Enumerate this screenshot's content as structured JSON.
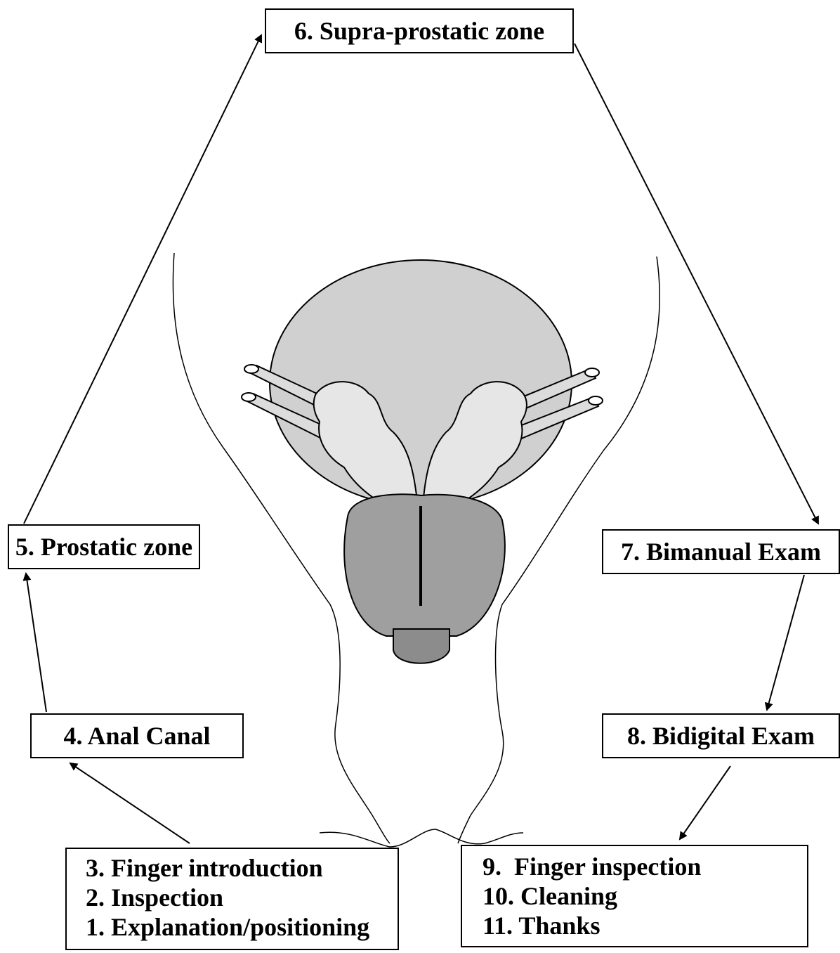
{
  "steps": {
    "supra_prostatic": "6. Supra-prostatic zone",
    "prostatic": "5. Prostatic zone",
    "bimanual": "7. Bimanual Exam",
    "anal_canal": "4. Anal Canal",
    "bidigital": "8. Bidigital Exam",
    "start_list": [
      "3. Finger introduction",
      "2. Inspection",
      "1. Explanation/positioning"
    ],
    "end_list": [
      "9.  Finger inspection",
      "10. Cleaning",
      "11. Thanks"
    ]
  },
  "colors": {
    "line": "#000000",
    "bladder": "#d0d0d0",
    "seminal_vesicles": "#e6e6e6",
    "prostate": "#9f9f9f",
    "urethra": "#8c8c8c"
  }
}
